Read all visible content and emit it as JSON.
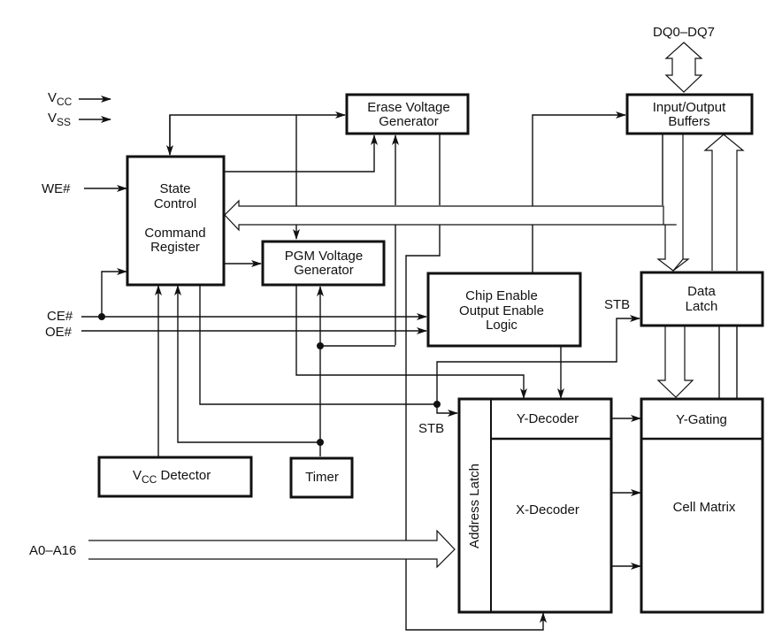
{
  "blocks": {
    "state_control": {
      "line1": "State",
      "line2": "Control",
      "line3": "Command",
      "line4": "Register"
    },
    "erase_voltage": {
      "line1": "Erase Voltage",
      "line2": "Generator"
    },
    "pgm_voltage": {
      "line1": "PGM Voltage",
      "line2": "Generator"
    },
    "io_buffers": {
      "line1": "Input/Output",
      "line2": "Buffers"
    },
    "data_latch": {
      "line1": "Data",
      "line2": "Latch"
    },
    "ce_oe_logic": {
      "line1": "Chip Enable",
      "line2": "Output Enable",
      "line3": "Logic"
    },
    "y_decoder": {
      "label": "Y-Decoder"
    },
    "y_gating": {
      "label": "Y-Gating"
    },
    "x_decoder": {
      "label": "X-Decoder"
    },
    "cell_matrix": {
      "label": "Cell Matrix"
    },
    "address_latch": {
      "label": "Address Latch"
    },
    "vcc_detector": {
      "main": "V",
      "sub": "CC",
      "rest": " Detector"
    },
    "timer": {
      "label": "Timer"
    }
  },
  "signals": {
    "vcc": {
      "main": "V",
      "sub": "CC"
    },
    "vss": {
      "main": "V",
      "sub": "SS"
    },
    "we": "WE#",
    "ce": "CE#",
    "oe": "OE#",
    "stb_top": "STB",
    "stb_bottom": "STB",
    "dq": "DQ0–DQ7",
    "address": "A0–A16"
  }
}
